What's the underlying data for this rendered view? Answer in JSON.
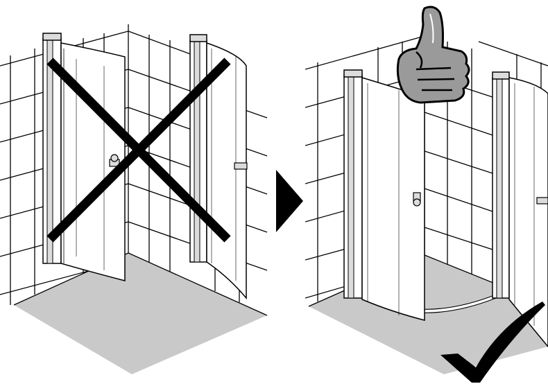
{
  "colors": {
    "floor": "#c9c9c9",
    "line": "#000000",
    "frame": "#dcdcdc",
    "thumb": "#9a9a9a",
    "background": "#ffffff"
  },
  "panels": [
    {
      "id": "incorrect",
      "mark": "cross-mark-icon",
      "state": "doors-opened-wrong"
    },
    {
      "id": "correct",
      "mark": "checkmark-icon",
      "state": "doors-closed-correct",
      "badge": "thumbs-up-icon"
    }
  ],
  "separator": {
    "icon": "arrow-right-icon"
  }
}
